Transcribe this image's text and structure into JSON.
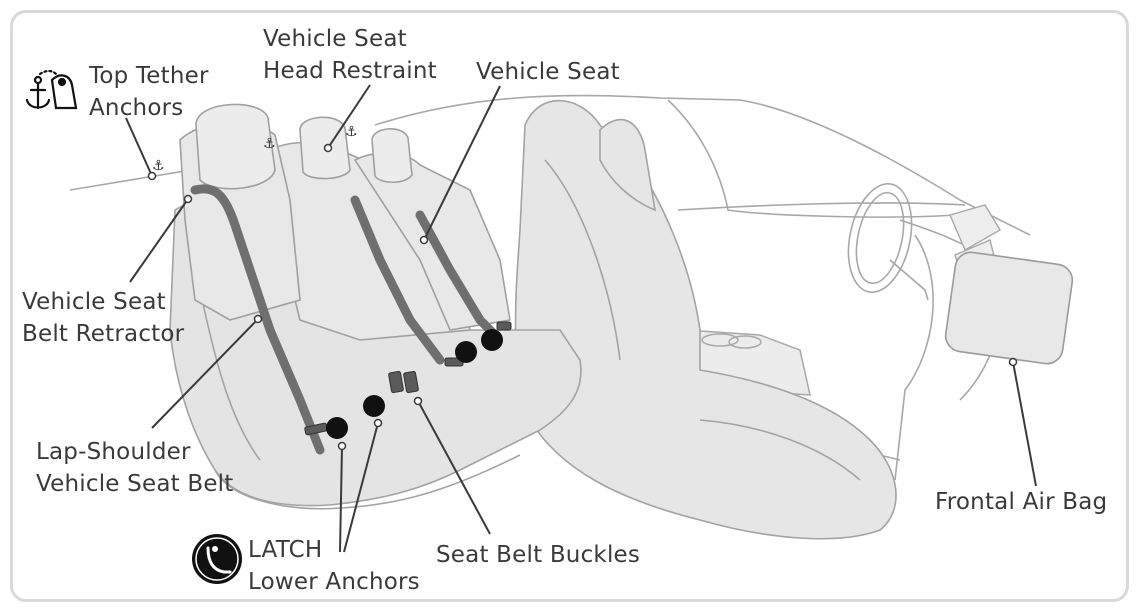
{
  "labels": {
    "top_tether_anchors": [
      "Top Tether",
      "Anchors"
    ],
    "head_restraint": [
      "Vehicle Seat",
      "Head Restraint"
    ],
    "vehicle_seat": "Vehicle Seat",
    "belt_retractor": [
      "Vehicle Seat",
      "Belt Retractor"
    ],
    "lap_shoulder_belt": [
      "Lap-Shoulder",
      "Vehicle Seat Belt"
    ],
    "latch_lower_anchors": [
      "LATCH",
      "Lower Anchors"
    ],
    "seat_belt_buckles": "Seat Belt Buckles",
    "frontal_air_bag": "Frontal Air Bag"
  },
  "icons": {
    "top_tether": "anchor-child-seat-icon",
    "latch": "child-seat-latch-icon"
  },
  "colors": {
    "line_art": "#9a9a9a",
    "seat_fill": "#e6e6e6",
    "belt": "#6f6f6f",
    "callout": "#3a3a3a",
    "badge": "#111111"
  }
}
